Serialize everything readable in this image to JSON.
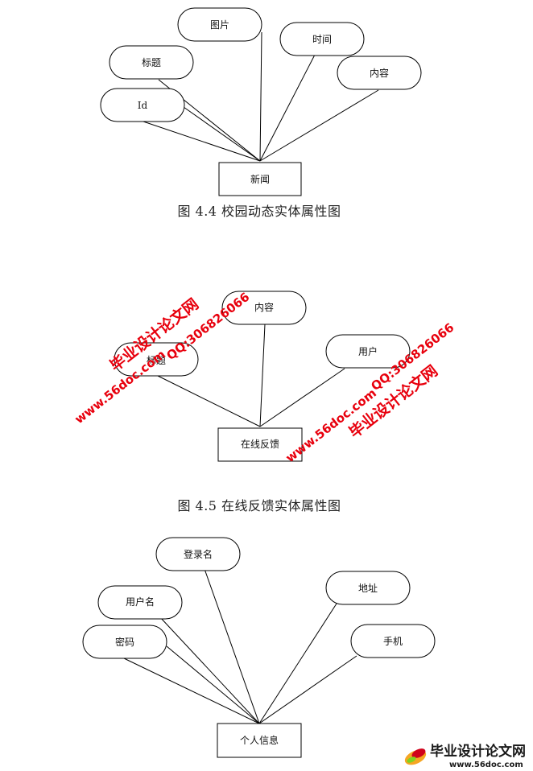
{
  "diagrams": [
    {
      "entity": "新闻",
      "attributes": [
        "图片",
        "标题",
        "Id",
        "时间",
        "内容"
      ],
      "caption": "图 4.4 校园动态实体属性图"
    },
    {
      "entity": "在线反馈",
      "attributes": [
        "内容",
        "标题",
        "用户"
      ],
      "caption": "图 4.5 在线反馈实体属性图"
    },
    {
      "entity": "个人信息",
      "attributes": [
        "登录名",
        "用户名",
        "密码",
        "地址",
        "手机"
      ],
      "caption": ""
    }
  ],
  "watermarks": {
    "site_name": "毕业设计论文网",
    "qq": "QQ:306826066",
    "url": "www.56doc.com"
  },
  "logo": {
    "title": "毕业设计论文网",
    "url": "www.56doc.com"
  },
  "colors": {
    "watermark": "#e8000d",
    "line": "#000000",
    "logo_text": "#1a1a1a"
  }
}
